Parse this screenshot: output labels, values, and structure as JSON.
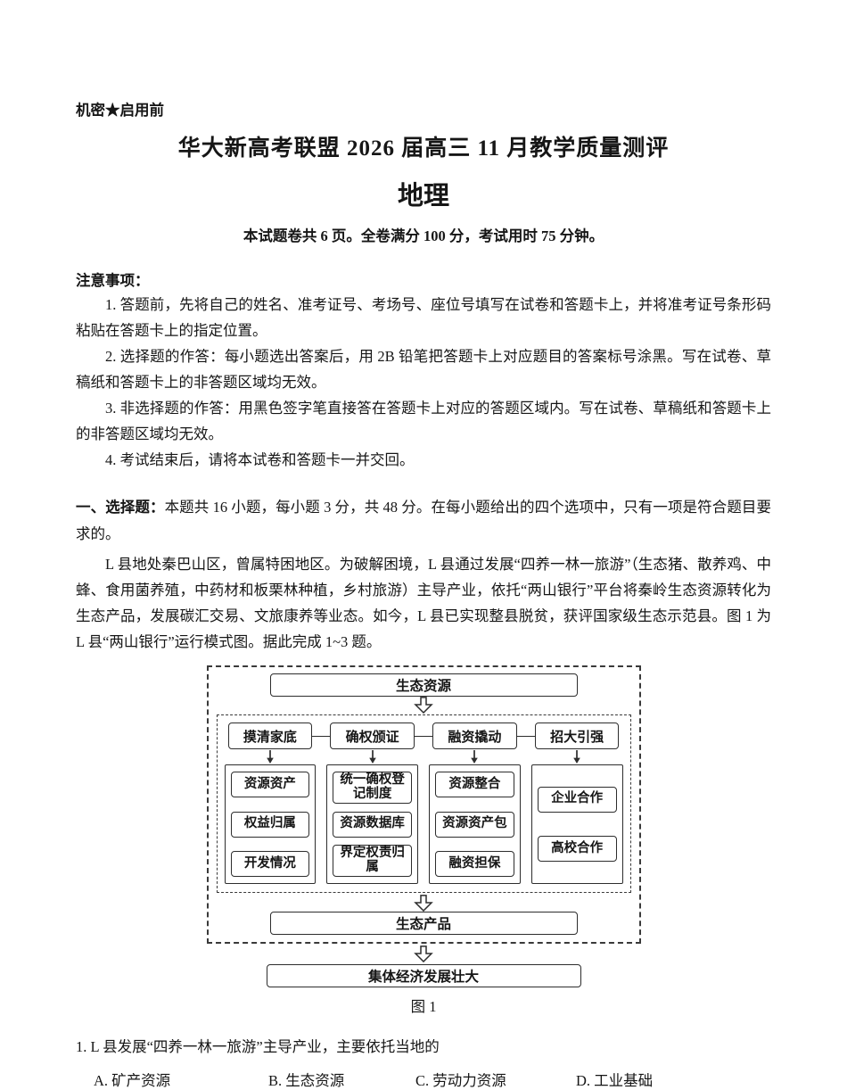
{
  "header": {
    "classification": "机密★启用前",
    "title": "华大新高考联盟 2026 届高三 11 月教学质量测评",
    "subject": "地理",
    "info": "本试题卷共 6 页。全卷满分 100 分，考试用时 75 分钟。"
  },
  "notice": {
    "heading": "注意事项：",
    "items": [
      "1. 答题前，先将自己的姓名、准考证号、考场号、座位号填写在试卷和答题卡上，并将准考证号条形码粘贴在答题卡上的指定位置。",
      "2. 选择题的作答：每小题选出答案后，用 2B 铅笔把答题卡上对应题目的答案标号涂黑。写在试卷、草稿纸和答题卡上的非答题区域均无效。",
      "3. 非选择题的作答：用黑色签字笔直接答在答题卡上对应的答题区域内。写在试卷、草稿纸和答题卡上的非答题区域均无效。",
      "4. 考试结束后，请将本试卷和答题卡一并交回。"
    ]
  },
  "section": {
    "label": "一、选择题：",
    "description": "本题共 16 小题，每小题 3 分，共 48 分。在每小题给出的四个选项中，只有一项是符合题目要求的。",
    "intro": "L 县地处秦巴山区，曾属特困地区。为破解困境，L 县通过发展“四养一林一旅游”（生态猪、散养鸡、中蜂、食用菌养殖，中药材和板栗林种植，乡村旅游）主导产业，依托“两山银行”平台将秦岭生态资源转化为生态产品，发展碳汇交易、文旅康养等业态。如今，L 县已实现整县脱贫，获评国家级生态示范县。图 1 为 L 县“两山银行”运行模式图。据此完成 1~3 题。"
  },
  "figure": {
    "top": "生态资源",
    "columns": [
      {
        "header": "摸清家底",
        "items": [
          "资源资产",
          "权益归属",
          "开发情况"
        ]
      },
      {
        "header": "确权颁证",
        "items": [
          "统一确权登记制度",
          "资源数据库",
          "界定权责归属"
        ]
      },
      {
        "header": "融资撬动",
        "items": [
          "资源整合",
          "资源资产包",
          "融资担保"
        ]
      },
      {
        "header": "招大引强",
        "items": [
          "企业合作",
          "高校合作"
        ]
      }
    ],
    "product": "生态产品",
    "bottom": "集体经济发展壮大",
    "caption": "图 1"
  },
  "question1": {
    "text": "1. L 县发展“四养一林一旅游”主导产业，主要依托当地的",
    "options": [
      "A. 矿产资源",
      "B. 生态资源",
      "C. 劳动力资源",
      "D. 工业基础"
    ]
  }
}
